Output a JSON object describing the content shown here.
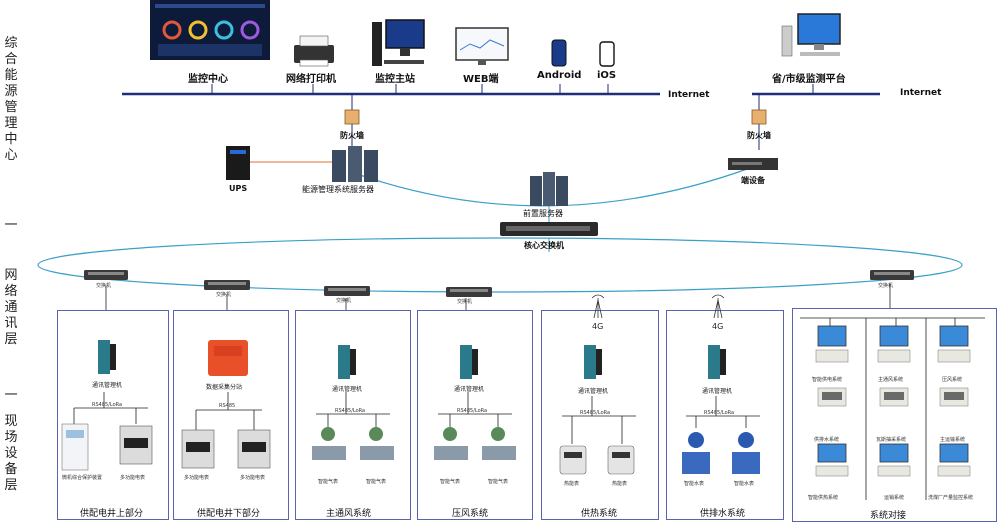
{
  "side": {
    "center": "综合能源管理中心",
    "dash1": "一",
    "network": "网络通讯层",
    "dash2": "一",
    "field": "现场设备层"
  },
  "top": {
    "monitor_center": "监控中心",
    "printer": "网络打印机",
    "master_station": "监控主站",
    "web": "WEB端",
    "android": "Android",
    "ios": "iOS",
    "internet_left": "Internet",
    "province": "省/市级监测平台",
    "internet_right": "Internet"
  },
  "middle": {
    "firewall_left": "防火墙",
    "firewall_right": "防火墙",
    "ups": "UPS",
    "server": "能源管理系统服务器",
    "front_server": "前置服务器",
    "terminal": "端设备",
    "core_switch": "核心交换机"
  },
  "switch_label": "交换机",
  "sections": [
    {
      "title": "供配电井上部分",
      "gateway": "通讯管理机",
      "bus": "RS485/LoRa",
      "devices": [
        "微机综合保护装置",
        "多功能电表"
      ]
    },
    {
      "title": "供配电井下部分",
      "gateway": "数据采集分站",
      "bus": "RS485",
      "devices": [
        "多功能电表",
        "多功能电表"
      ]
    },
    {
      "title": "主通风系统",
      "gateway": "通讯管理机",
      "bus": "RS485/LoRa",
      "devices": [
        "智能气表",
        "智能气表"
      ]
    },
    {
      "title": "压风系统",
      "gateway": "通讯管理机",
      "bus": "RS485/LoRa",
      "devices": [
        "智能气表",
        "智能气表"
      ]
    },
    {
      "title": "供热系统",
      "gateway": "通讯管理机",
      "bus": "RS485/LoRa",
      "fourg": "4G",
      "devices": [
        "热能表",
        "热能表"
      ]
    },
    {
      "title": "供排水系统",
      "gateway": "通讯管理机",
      "bus": "RS485/LoRa",
      "fourg": "4G",
      "devices": [
        "智能水表",
        "智能水表"
      ]
    },
    {
      "title": "系统对接",
      "systems": [
        "智能供电系统",
        "主通风系统",
        "压风系统",
        "供排水系统",
        "瓦斯抽采系统",
        "主运输系统",
        "智能供热系统",
        "运销系统",
        "洗煤厂产量监控系统"
      ]
    }
  ],
  "colors": {
    "bus_line": "#1f2d7a",
    "ring": "#3aa0c8",
    "box_border": "#5b63b0",
    "power_line": "#e07030"
  }
}
